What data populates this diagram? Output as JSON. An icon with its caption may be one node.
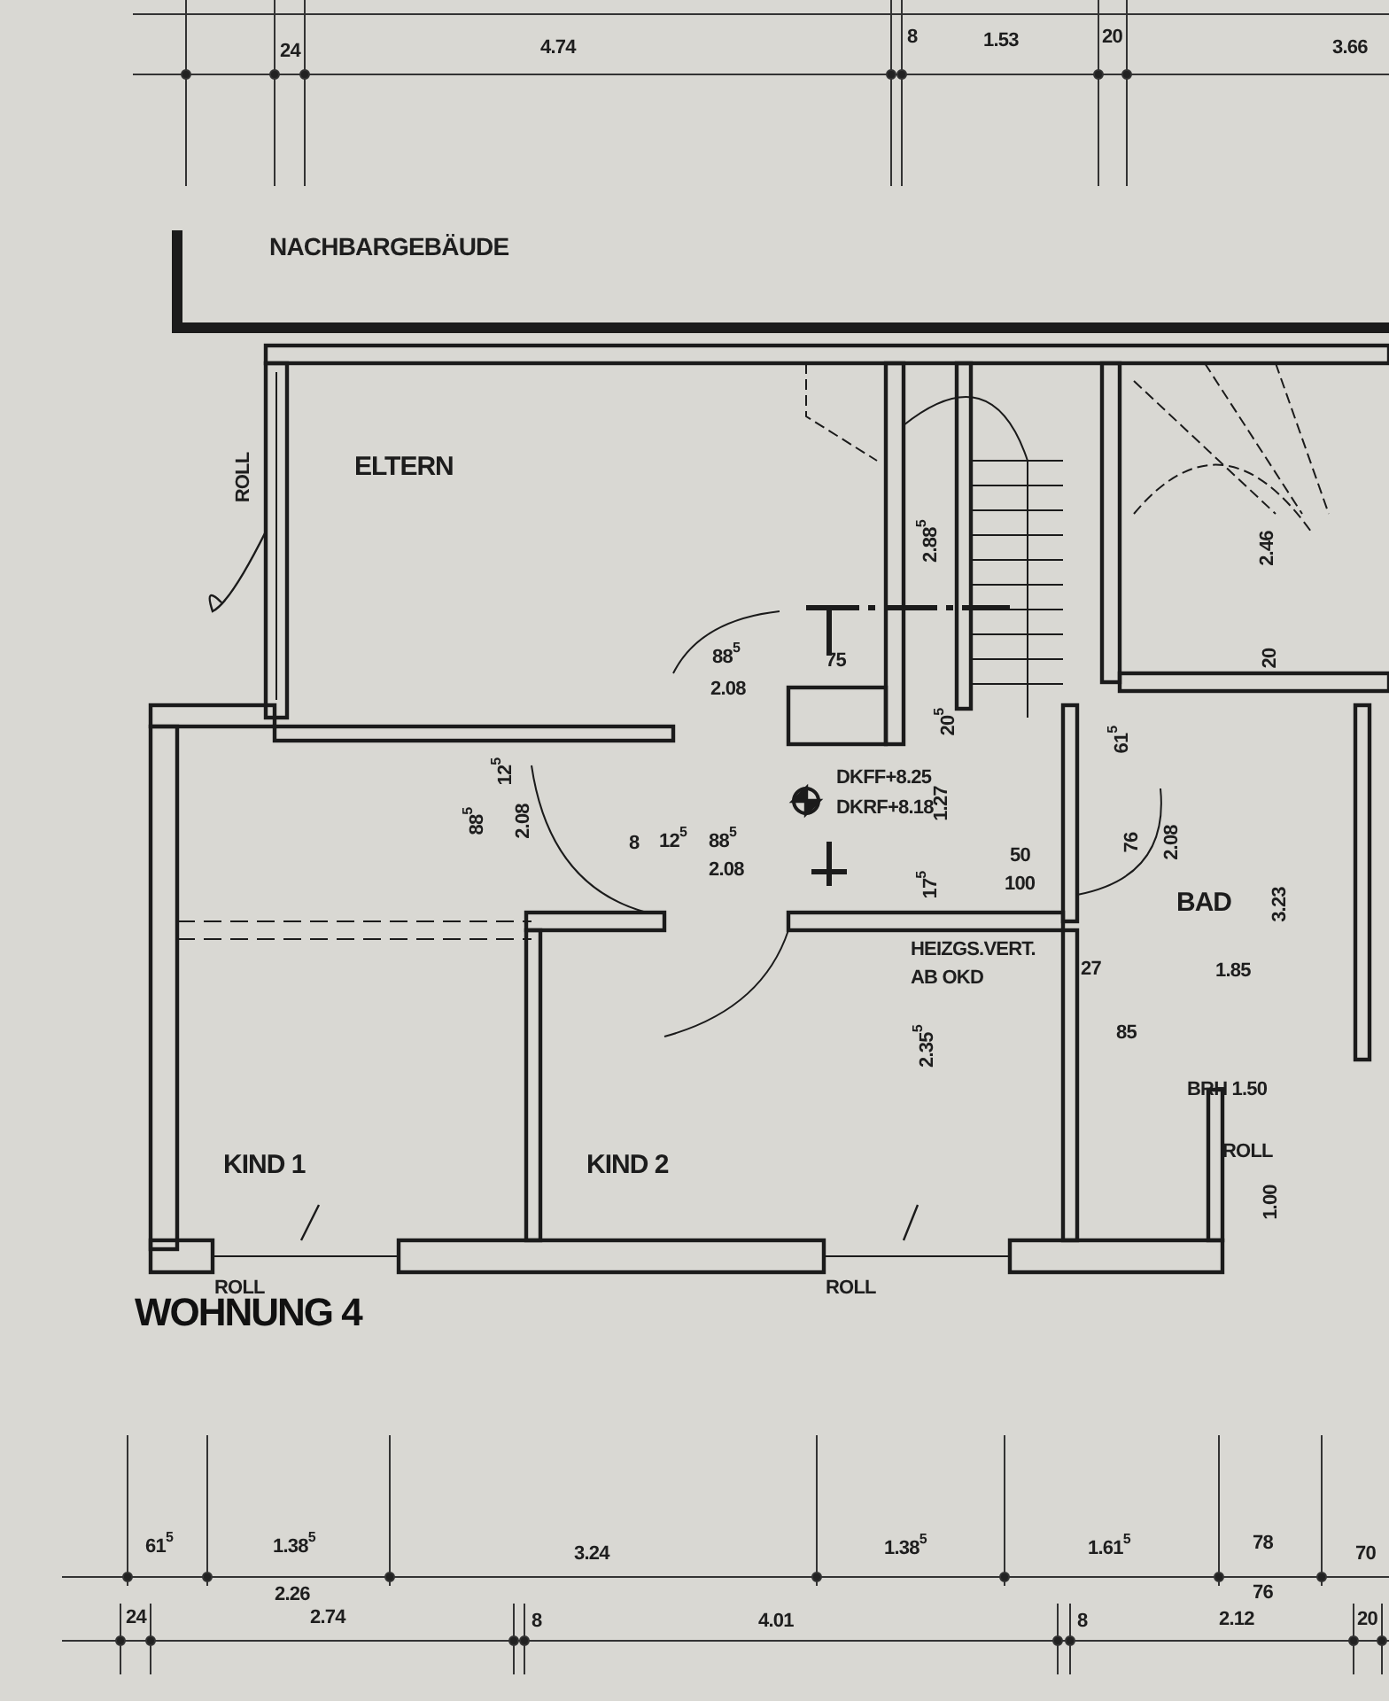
{
  "diagram": {
    "title": "WOHNUNG 4",
    "nodes": [
      {
        "text": [
          "ELTERN"
        ]
      },
      {
        "text": [
          "KIND 1"
        ]
      },
      {
        "text": [
          "KIND 2"
        ]
      },
      {
        "text": [
          "BAD"
        ]
      }
    ],
    "labels": [
      "24",
      "4.74",
      "8",
      "1.53",
      "20",
      "3.66",
      "NACHBARGEBÄUDE",
      "ROLL",
      "88$^{5}$",
      "2.08",
      "75",
      "2.88$^{5}$",
      "2.46",
      "20",
      "20$^{5}$",
      "12$^{5}$",
      "88$^{5}$",
      "2.08",
      "8",
      "12$^{5}$",
      "88$^{5}$",
      "2.08",
      "DKFF+8.25",
      "DKRF+8.18",
      "1.27",
      "17$^{5}$",
      "50",
      "100",
      "61$^{5}$",
      "76",
      "2.08",
      "3.23",
      "HEIZGS.VERT.",
      "AB OKD",
      "27",
      "1.85",
      "85",
      "2.35$^{5}$",
      "BRH 1.50",
      "ROLL",
      "1.00",
      "ROLL",
      "ROLL",
      "61$^{5}$",
      "1.38$^{5}$",
      "2.26",
      "3.24",
      "1.38$^{5}$",
      "1.61$^{5}$",
      "78",
      "76",
      "70",
      "24",
      "2.74",
      "8",
      "4.01",
      "8",
      "2.12",
      "20"
    ]
  }
}
